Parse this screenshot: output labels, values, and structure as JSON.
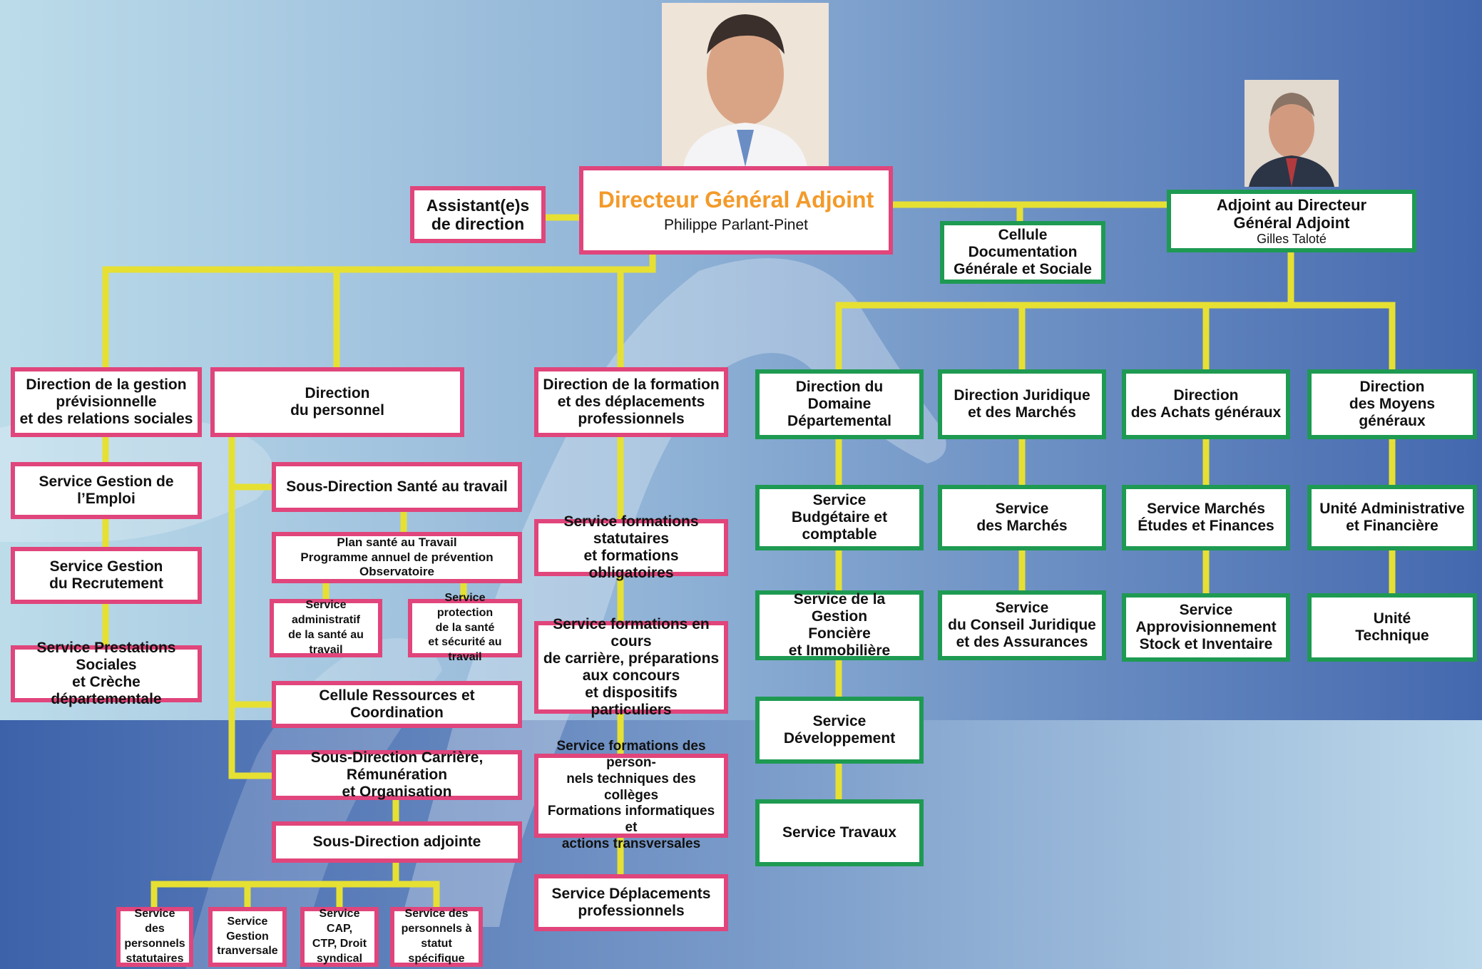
{
  "colors": {
    "pink": "#e0457b",
    "green": "#1e9a52",
    "line": "#e6e033",
    "title": "#f39a2a"
  },
  "photos": {
    "dga_photo": "portrait-photo",
    "adjoint_photo": "portrait-photo"
  },
  "dga": {
    "title": "Directeur Général Adjoint",
    "name": "Philippe Parlant-Pinet"
  },
  "assistant": "Assistant(e)s\nde direction",
  "adjoint": {
    "title": "Adjoint au Directeur\nGénéral Adjoint",
    "name": "Gilles Taloté"
  },
  "cellule_doc": "Cellule Documentation\nGénérale et Sociale",
  "left": {
    "dir_gestion": "Direction de la gestion\nprévisionnelle\net des relations sociales",
    "serv_emploi": "Service Gestion de l’Emploi",
    "serv_recrut": "Service Gestion\ndu Recrutement",
    "serv_prest": "Service Prestations Sociales\net Crèche départementale",
    "dir_personnel": "Direction\ndu personnel",
    "sd_sante": "Sous-Direction Santé au travail",
    "plan_sante": "Plan santé au Travail\nProgramme annuel de prévention Observatoire",
    "serv_admin_sante": "Service administratif\nde la santé au travail",
    "serv_protect": "Service protection\nde la santé\net sécurité au travail",
    "cellule_ress": "Cellule Ressources et Coordination",
    "sd_carriere": "Sous-Direction Carrière, Rémunération\net Organisation",
    "sd_adjointe": "Sous-Direction adjointe",
    "serv_statut": "Service des\npersonnels\nstatutaires",
    "serv_transv": "Service\nGestion\ntranversale",
    "serv_cap": "Service CAP,\nCTP, Droit\nsyndical",
    "serv_specif": "Service des\npersonnels à\nstatut spécifique",
    "dir_formation": "Direction de la formation\net des déplacements\nprofessionnels",
    "form_statut": "Service formations statutaires\net formations obligatoires",
    "form_carriere": "Service formations en cours\nde carrière, préparations\naux concours\net dispositifs particuliers",
    "form_tech": "Service formations des person-\nnels techniques des collèges\nFormations informatiques et\nactions transversales",
    "deplacements": "Service Déplacements\nprofessionnels"
  },
  "right": {
    "dir_domaine": "Direction du\nDomaine Départemental",
    "serv_budget": "Service\nBudgétaire et comptable",
    "serv_fonciere": "Service de la Gestion\nFoncière\net Immobilière",
    "serv_dev": "Service Développement",
    "serv_travaux": "Service Travaux",
    "dir_juridique": "Direction Juridique\net des Marchés",
    "serv_marches": "Service\ndes Marchés",
    "serv_conseil": "Service\ndu Conseil Juridique\net des Assurances",
    "dir_achats": "Direction\ndes Achats généraux",
    "serv_marches_etudes": "Service Marchés\nÉtudes et Finances",
    "serv_appro": "Service\nApprovisionnement\nStock et Inventaire",
    "dir_moyens": "Direction\ndes Moyens généraux",
    "unite_admin": "Unité Administrative\net Financière",
    "unite_tech": "Unité\nTechnique"
  }
}
